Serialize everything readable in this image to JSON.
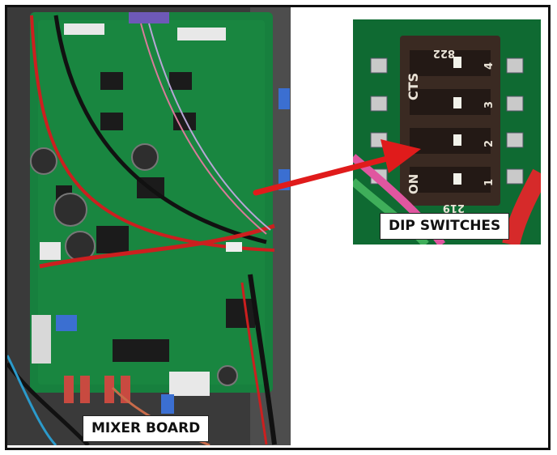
{
  "labels": {
    "mixer_board": "MIXER BOARD",
    "dip_switches": "DIP SWITCHES"
  },
  "dip_switch": {
    "brand": "CTS",
    "top_code": "822",
    "bottom_code": "219",
    "on_label": "ON",
    "positions": [
      "1",
      "2",
      "3",
      "4"
    ]
  },
  "colors": {
    "pcb_green": "#17803e",
    "arrow_red": "#e01b1b",
    "switch_body": "#3a2a22",
    "frame": "#111111"
  }
}
